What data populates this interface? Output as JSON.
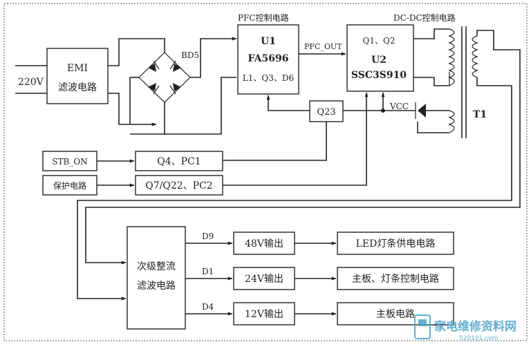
{
  "labels": {
    "pfc_title": "PFC控制电路",
    "dcdc_title": "DC-DC控制电路",
    "input_voltage": "220V",
    "emi_line1": "EMI",
    "emi_line2": "滤波电路",
    "bridge": "BD5",
    "u1_name": "U1",
    "u1_chip": "FA5696",
    "u1_parts": "L1、Q3、D6",
    "pfc_out": "PFC_OUT",
    "u2_parts": "Q1、Q2",
    "u2_name": "U2",
    "u2_chip": "SSC3S910",
    "q23": "Q23",
    "vcc": "VCC",
    "t1": "T1",
    "stb_on": "STB_ON",
    "q4pc1": "Q4、PC1",
    "protect": "保护电路",
    "q7": "Q7/Q22、PC2",
    "rect_line1": "次级整流",
    "rect_line2": "滤波电路",
    "d9": "D9",
    "d1": "D1",
    "d4": "D4",
    "out48": "48V输出",
    "out24": "24V输出",
    "out12": "12V输出",
    "load48": "LED灯条供电电路",
    "load24": "主板、灯条控制电路",
    "load12": "主板电路"
  },
  "watermark": {
    "text": "家电维修资料网",
    "url": "520101.com"
  },
  "colors": {
    "line": "#222222",
    "watermark": "#4aa3c8"
  }
}
